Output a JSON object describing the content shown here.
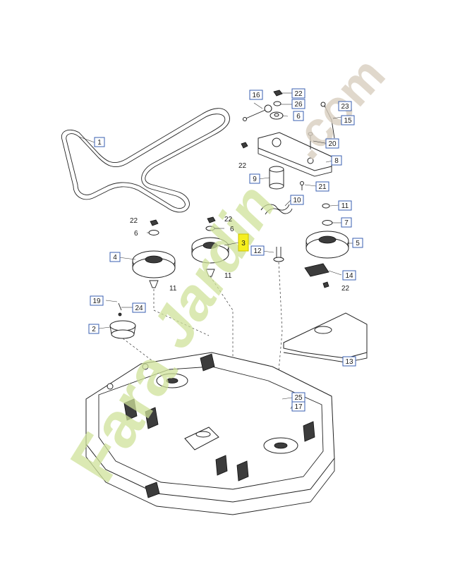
{
  "watermark": {
    "brand_main": "Fara",
    "brand_script": "Jardin",
    "brand_suffix": ".com",
    "color_main": "#cfe29a",
    "color_suffix": "#d9cfc0"
  },
  "highlight_color": "#f5ef1e",
  "callouts": [
    {
      "id": "c1",
      "text": "1",
      "boxed": true
    },
    {
      "id": "c2",
      "text": "2",
      "boxed": true
    },
    {
      "id": "c3",
      "text": "3",
      "boxed": true,
      "highlight": true
    },
    {
      "id": "c4",
      "text": "4",
      "boxed": true
    },
    {
      "id": "c5",
      "text": "5",
      "boxed": true
    },
    {
      "id": "c6a",
      "text": "6",
      "boxed": false
    },
    {
      "id": "c6b",
      "text": "6",
      "boxed": false
    },
    {
      "id": "c6c",
      "text": "6",
      "boxed": true
    },
    {
      "id": "c7",
      "text": "7",
      "boxed": true
    },
    {
      "id": "c8",
      "text": "8",
      "boxed": true
    },
    {
      "id": "c9",
      "text": "9",
      "boxed": true
    },
    {
      "id": "c10",
      "text": "10",
      "boxed": true
    },
    {
      "id": "c11a",
      "text": "11",
      "boxed": true
    },
    {
      "id": "c11b",
      "text": "11",
      "boxed": false
    },
    {
      "id": "c11c",
      "text": "11",
      "boxed": false
    },
    {
      "id": "c12",
      "text": "12",
      "boxed": true
    },
    {
      "id": "c13",
      "text": "13",
      "boxed": true
    },
    {
      "id": "c14",
      "text": "14",
      "boxed": true
    },
    {
      "id": "c15",
      "text": "15",
      "boxed": true
    },
    {
      "id": "c16",
      "text": "16",
      "boxed": true
    },
    {
      "id": "c17",
      "text": "17",
      "boxed": true
    },
    {
      "id": "c19",
      "text": "19",
      "boxed": true
    },
    {
      "id": "c20",
      "text": "20",
      "boxed": true
    },
    {
      "id": "c21",
      "text": "21",
      "boxed": true
    },
    {
      "id": "c22a",
      "text": "22",
      "boxed": true
    },
    {
      "id": "c22b",
      "text": "22",
      "boxed": false
    },
    {
      "id": "c22c",
      "text": "22",
      "boxed": false
    },
    {
      "id": "c22d",
      "text": "22",
      "boxed": false
    },
    {
      "id": "c22e",
      "text": "22",
      "boxed": false
    },
    {
      "id": "c23",
      "text": "23",
      "boxed": true
    },
    {
      "id": "c24",
      "text": "24",
      "boxed": true
    },
    {
      "id": "c25",
      "text": "25",
      "boxed": true
    },
    {
      "id": "c26",
      "text": "26",
      "boxed": true
    }
  ]
}
